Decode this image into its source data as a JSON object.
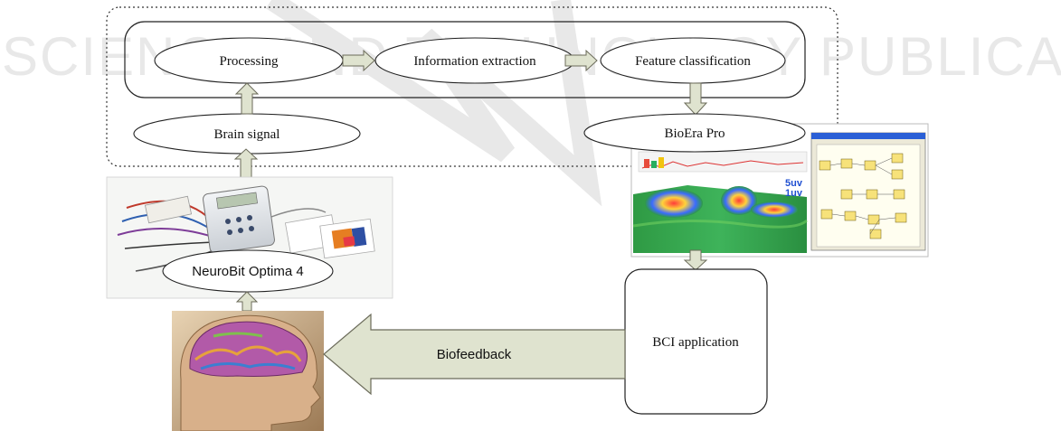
{
  "watermark": "SCIENCE AND TECHNOLOGY PUBLICATIONS",
  "nodes": {
    "processing": "Processing",
    "information_extraction": "Information extraction",
    "feature_classification": "Feature classification",
    "brain_signal": "Brain signal",
    "bioera_pro": "BioEra Pro",
    "neurobit": "NeuroBit Optima 4",
    "bci_application": "BCI application"
  },
  "arrows": {
    "biofeedback": "Biofeedback"
  },
  "screenshot_texts": {
    "scale_top": "5uv",
    "scale_bottom": "1uv"
  },
  "colors": {
    "arrow_fill": "#dfe3cf",
    "arrow_stroke": "#6b6b5a",
    "brain_bg": "#c9a27a"
  }
}
